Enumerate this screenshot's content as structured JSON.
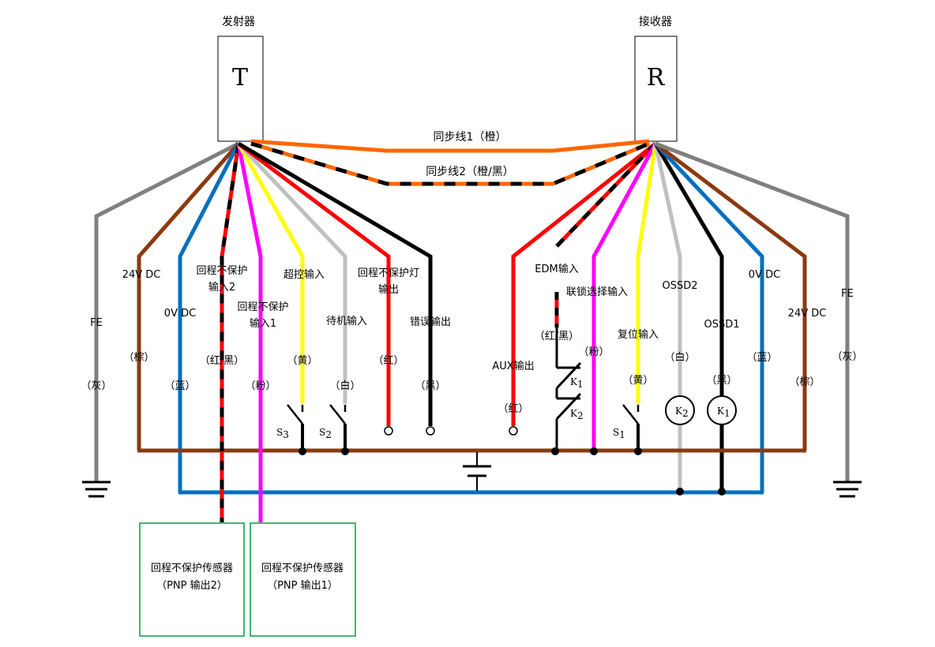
{
  "transmitter": {
    "title": "发射器",
    "letter": "T"
  },
  "receiver": {
    "title": "接收器",
    "letter": "R"
  },
  "sync": {
    "line1": "同步线1（橙）",
    "line2": "同步线2（橙/黑）"
  },
  "colors": {
    "gray": "#808080",
    "brown": "#8B3A0F",
    "blue": "#0070C0",
    "red": "#FF0000",
    "black": "#000000",
    "magenta": "#FF00FF",
    "yellow": "#FFFF00",
    "white_wire": "#C0C0C0",
    "orange": "#FF6600",
    "green_box": "#00A040"
  },
  "t_wires": {
    "fe": {
      "label": "FE",
      "color": "（灰）"
    },
    "v24": {
      "label": "24V DC",
      "color": "（棕）"
    },
    "v0": {
      "label": "0V DC",
      "color": "（蓝）"
    },
    "muting2": {
      "label1": "回程不保护",
      "label2": "输入2",
      "color": "（红/黑）"
    },
    "muting1": {
      "label1": "回程不保护",
      "label2": "输入1",
      "color": "（粉）"
    },
    "override": {
      "label": "超控输入",
      "color": "（黄）"
    },
    "standby": {
      "label": "待机输入",
      "color": "（白）"
    },
    "lamp": {
      "label1": "回程不保护灯",
      "label2": "输出",
      "color": "（红）"
    },
    "error": {
      "label": "错误输出",
      "color": "（黑）"
    }
  },
  "r_wires": {
    "aux": {
      "label": "AUX输出",
      "color": "（红）"
    },
    "edm": {
      "label": "EDM输入",
      "color": "（红/黑）"
    },
    "interlock": {
      "label": "联锁选择输入",
      "color": "（粉）"
    },
    "reset": {
      "label": "复位输入",
      "color": "（黄）"
    },
    "ossd2": {
      "label": "OSSD2",
      "color": "（白）"
    },
    "ossd1": {
      "label": "OSSD1",
      "color": "（黑）"
    },
    "v0": {
      "label": "0V DC",
      "color": "（蓝）"
    },
    "v24": {
      "label": "24V DC",
      "color": "（棕）"
    },
    "fe": {
      "label": "FE",
      "color": "（灰）"
    }
  },
  "switches": {
    "s3": "S",
    "s3_sub": "3",
    "s2": "S",
    "s2_sub": "2",
    "s1": "S",
    "s1_sub": "1",
    "k1": "K",
    "k1_sub": "1",
    "k2": "K",
    "k2_sub": "2"
  },
  "relays": {
    "k2": "K",
    "k2_sub": "2",
    "k1": "K",
    "k1_sub": "1"
  },
  "sensors": {
    "s2": {
      "line1": "回程不保护传感器",
      "line2": "（PNP 输出2）"
    },
    "s1": {
      "line1": "回程不保护传感器",
      "line2": "（PNP 输出1）"
    }
  }
}
